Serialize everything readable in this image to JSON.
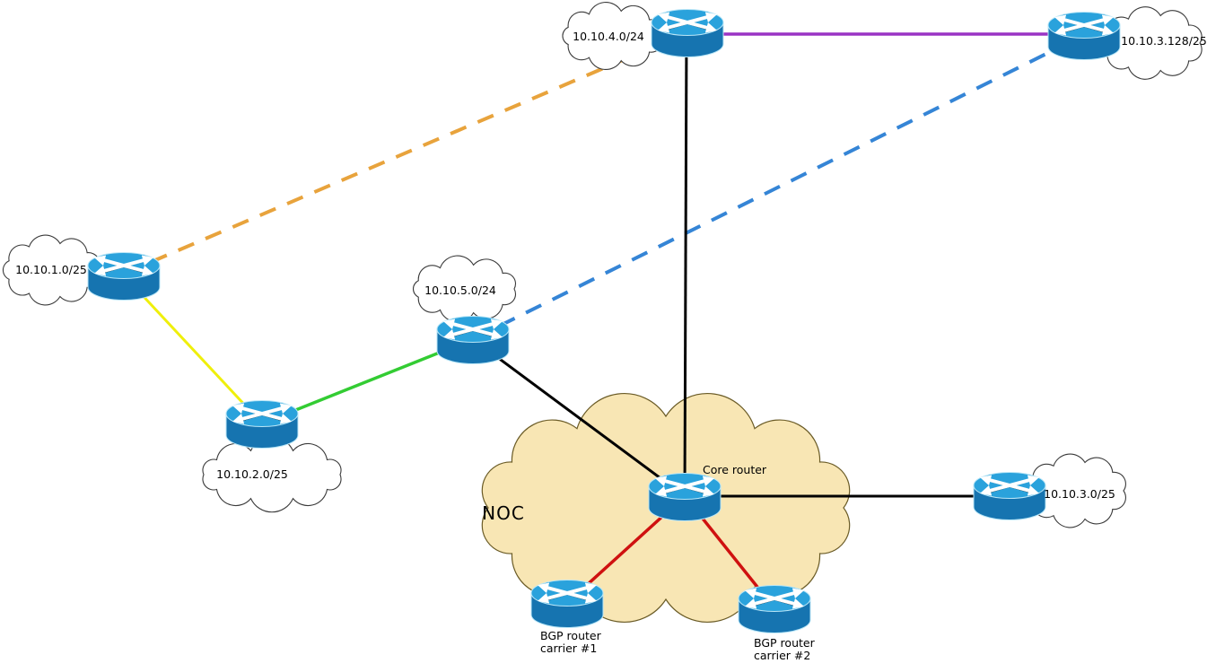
{
  "colors": {
    "link_black": "#000000",
    "link_purple": "#9a33c4",
    "link_orange_dashed": "#e8a33c",
    "link_blue_dashed": "#3585d6",
    "link_yellow": "#efef0b",
    "link_green": "#33cc33",
    "link_red": "#cf1110",
    "noc_fill": "#f8e6b4",
    "router_top": "#2aa2dc",
    "router_body": "#1674b0"
  },
  "clouds": [
    {
      "label": "10.10.4.0/24"
    },
    {
      "label": "10.10.3.128/25"
    },
    {
      "label": "10.10.1.0/25"
    },
    {
      "label": "10.10.5.0/24"
    },
    {
      "label": "10.10.2.0/25"
    },
    {
      "label": "10.10.3.0/25"
    }
  ],
  "noc": {
    "label": "NOC"
  },
  "router_labels": {
    "core": {
      "label": "Core router"
    },
    "bgp1": {
      "lines": [
        "BGP router",
        "carrier #1"
      ]
    },
    "bgp2": {
      "lines": [
        "BGP router",
        "carrier #2"
      ]
    }
  }
}
